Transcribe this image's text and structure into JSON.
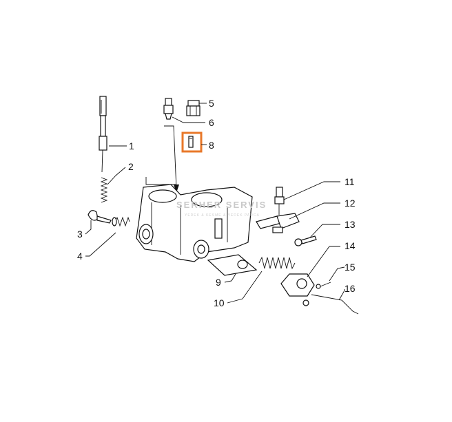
{
  "diagram": {
    "watermark": {
      "title": "SERHER SERVIS",
      "subtitle": "YEDEK & KESME & YEDEK PARCA"
    },
    "highlight_color": "#e8782a",
    "callouts": [
      {
        "number": "1"
      },
      {
        "number": "2"
      },
      {
        "number": "3"
      },
      {
        "number": "4"
      },
      {
        "number": "5"
      },
      {
        "number": "6"
      },
      {
        "number": "8"
      },
      {
        "number": "9"
      },
      {
        "number": "10"
      },
      {
        "number": "11"
      },
      {
        "number": "12"
      },
      {
        "number": "13"
      },
      {
        "number": "14"
      },
      {
        "number": "15"
      },
      {
        "number": "16"
      }
    ],
    "highlighted_part": "8"
  }
}
